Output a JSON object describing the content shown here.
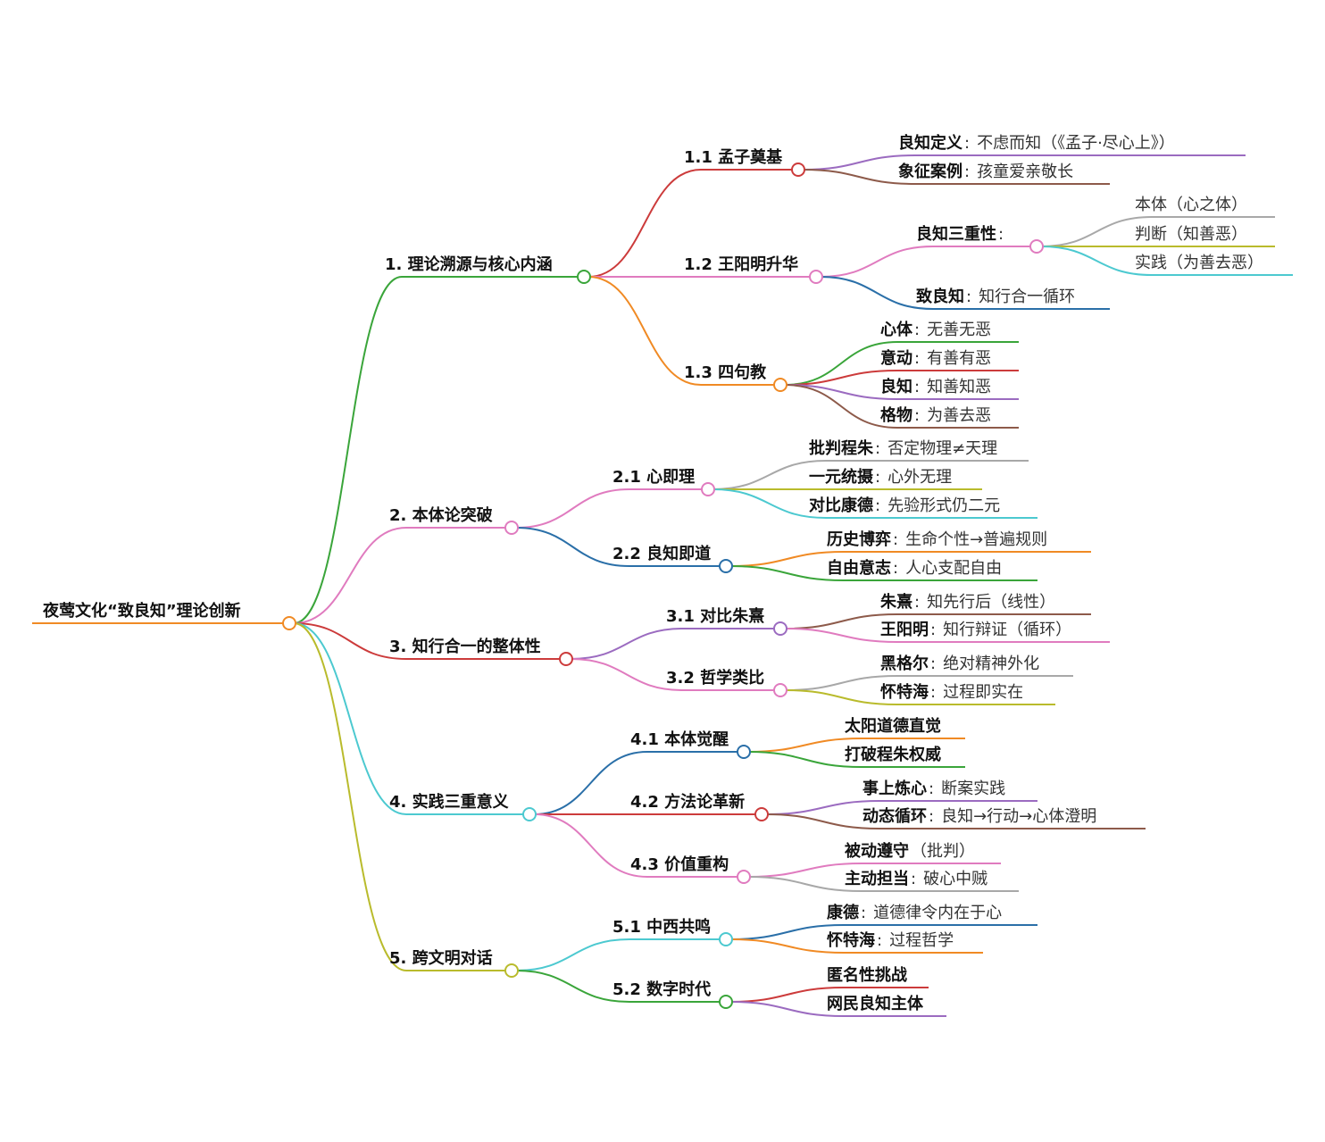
{
  "mindmap": {
    "root": {
      "bold": "夜莺文化“致良知”理论创新",
      "color": "#f08a24"
    },
    "n1": {
      "bold": "1. 理论溯源与核心内涵",
      "color": "#3aa53a"
    },
    "n1_1": {
      "bold": "1.1 孟子奠基",
      "color": "#cc3b3b"
    },
    "n1_1_1": {
      "bold": "良知定义",
      "sep": ":",
      "rest": "不虑而知（《孟子·尽心上》）",
      "color": "#9b6bc0"
    },
    "n1_1_2": {
      "bold": "象征案例",
      "sep": ":",
      "rest": "孩童爱亲敬长",
      "color": "#8d5a4a"
    },
    "n1_2": {
      "bold": "1.2 王阳明升华",
      "color": "#e07bbf"
    },
    "n1_2_1": {
      "bold": "良知三重性",
      "sep": ":",
      "color": "#e07bbf"
    },
    "n1_2_1_1": {
      "rest": "本体（心之体）",
      "color": "#a8a8a8"
    },
    "n1_2_1_2": {
      "rest": "判断（知善恶）",
      "color": "#b9bb2c"
    },
    "n1_2_1_3": {
      "rest": "实践（为善去恶）",
      "color": "#4cc9d0"
    },
    "n1_2_2": {
      "bold": "致良知",
      "sep": ":",
      "rest": "知行合一循环",
      "color": "#2a6fa8"
    },
    "n1_3": {
      "bold": "1.3 四句教",
      "color": "#f08a24"
    },
    "n1_3_1": {
      "bold": "心体",
      "sep": ":",
      "rest": "无善无恶",
      "color": "#3aa53a"
    },
    "n1_3_2": {
      "bold": "意动",
      "sep": ":",
      "rest": "有善有恶",
      "color": "#cc3b3b"
    },
    "n1_3_3": {
      "bold": "良知",
      "sep": ":",
      "rest": "知善知恶",
      "color": "#9b6bc0"
    },
    "n1_3_4": {
      "bold": "格物",
      "sep": ":",
      "rest": "为善去恶",
      "color": "#8d5a4a"
    },
    "n2": {
      "bold": "2. 本体论突破",
      "color": "#e07bbf"
    },
    "n2_1": {
      "bold": "2.1 心即理",
      "color": "#e07bbf"
    },
    "n2_1_1": {
      "bold": "批判程朱",
      "sep": ":",
      "rest": "否定物理≠天理",
      "color": "#a8a8a8"
    },
    "n2_1_2": {
      "bold": "一元统摄",
      "sep": ":",
      "rest": "心外无理",
      "color": "#b9bb2c"
    },
    "n2_1_3": {
      "bold": "对比康德",
      "sep": ":",
      "rest": "先验形式仍二元",
      "color": "#4cc9d0"
    },
    "n2_2": {
      "bold": "2.2 良知即道",
      "color": "#2a6fa8"
    },
    "n2_2_1": {
      "bold": "历史博弈",
      "sep": ":",
      "rest": "生命个性→普遍规则",
      "color": "#f08a24"
    },
    "n2_2_2": {
      "bold": "自由意志",
      "sep": ":",
      "rest": "人心支配自由",
      "color": "#3aa53a"
    },
    "n3": {
      "bold": "3. 知行合一的整体性",
      "color": "#cc3b3b"
    },
    "n3_1": {
      "bold": "3.1 对比朱熹",
      "color": "#9b6bc0"
    },
    "n3_1_1": {
      "bold": "朱熹",
      "sep": ":",
      "rest": "知先行后（线性）",
      "color": "#8d5a4a"
    },
    "n3_1_2": {
      "bold": "王阳明",
      "sep": ":",
      "rest": "知行辩证（循环）",
      "color": "#e07bbf"
    },
    "n3_2": {
      "bold": "3.2 哲学类比",
      "color": "#e07bbf"
    },
    "n3_2_1": {
      "bold": "黑格尔",
      "sep": ":",
      "rest": "绝对精神外化",
      "color": "#a8a8a8"
    },
    "n3_2_2": {
      "bold": "怀特海",
      "sep": ":",
      "rest": "过程即实在",
      "color": "#b9bb2c"
    },
    "n4": {
      "bold": "4. 实践三重意义",
      "color": "#4cc9d0"
    },
    "n4_1": {
      "bold": "4.1 本体觉醒",
      "color": "#2a6fa8"
    },
    "n4_1_1": {
      "bold": "太阳道德直觉",
      "color": "#f08a24"
    },
    "n4_1_2": {
      "bold": "打破程朱权威",
      "color": "#3aa53a"
    },
    "n4_2": {
      "bold": "4.2 方法论革新",
      "color": "#cc3b3b"
    },
    "n4_2_1": {
      "bold": "事上炼心",
      "sep": ":",
      "rest": "断案实践",
      "color": "#9b6bc0"
    },
    "n4_2_2": {
      "bold": "动态循环",
      "sep": ":",
      "rest": "良知→行动→心体澄明",
      "color": "#8d5a4a"
    },
    "n4_3": {
      "bold": "4.3 价值重构",
      "color": "#e07bbf"
    },
    "n4_3_1": {
      "bold": "被动遵守",
      "rest": "（批判）",
      "color": "#e07bbf"
    },
    "n4_3_2": {
      "bold": "主动担当",
      "sep": ":",
      "rest": "破心中贼",
      "color": "#a8a8a8"
    },
    "n5": {
      "bold": "5. 跨文明对话",
      "color": "#b9bb2c"
    },
    "n5_1": {
      "bold": "5.1 中西共鸣",
      "color": "#4cc9d0"
    },
    "n5_1_1": {
      "bold": "康德",
      "sep": ":",
      "rest": "道德律令内在于心",
      "color": "#2a6fa8"
    },
    "n5_1_2": {
      "bold": "怀特海",
      "sep": ":",
      "rest": "过程哲学",
      "color": "#f08a24"
    },
    "n5_2": {
      "bold": "5.2 数字时代",
      "color": "#3aa53a"
    },
    "n5_2_1": {
      "bold": "匿名性挑战",
      "color": "#cc3b3b"
    },
    "n5_2_2": {
      "bold": "网民良知主体",
      "color": "#9b6bc0"
    }
  }
}
